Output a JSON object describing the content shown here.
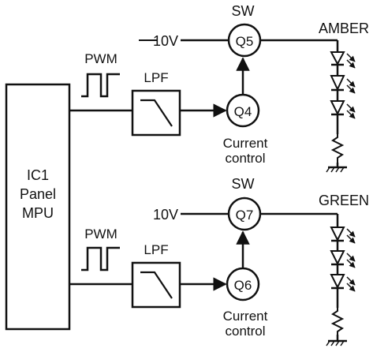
{
  "mpu": {
    "lines": [
      "IC1",
      "Panel",
      "MPU"
    ]
  },
  "channels": [
    {
      "led_label": "AMBER",
      "switch_label": "SW",
      "supply_label": "10V",
      "pwm_label": "PWM",
      "filter_label": "LPF",
      "switch_transistor": "Q5",
      "control_transistor": "Q4",
      "control_caption": [
        "Current",
        "control"
      ]
    },
    {
      "led_label": "GREEN",
      "switch_label": "SW",
      "supply_label": "10V",
      "pwm_label": "PWM",
      "filter_label": "LPF",
      "switch_transistor": "Q7",
      "control_transistor": "Q6",
      "control_caption": [
        "Current",
        "control"
      ]
    }
  ]
}
